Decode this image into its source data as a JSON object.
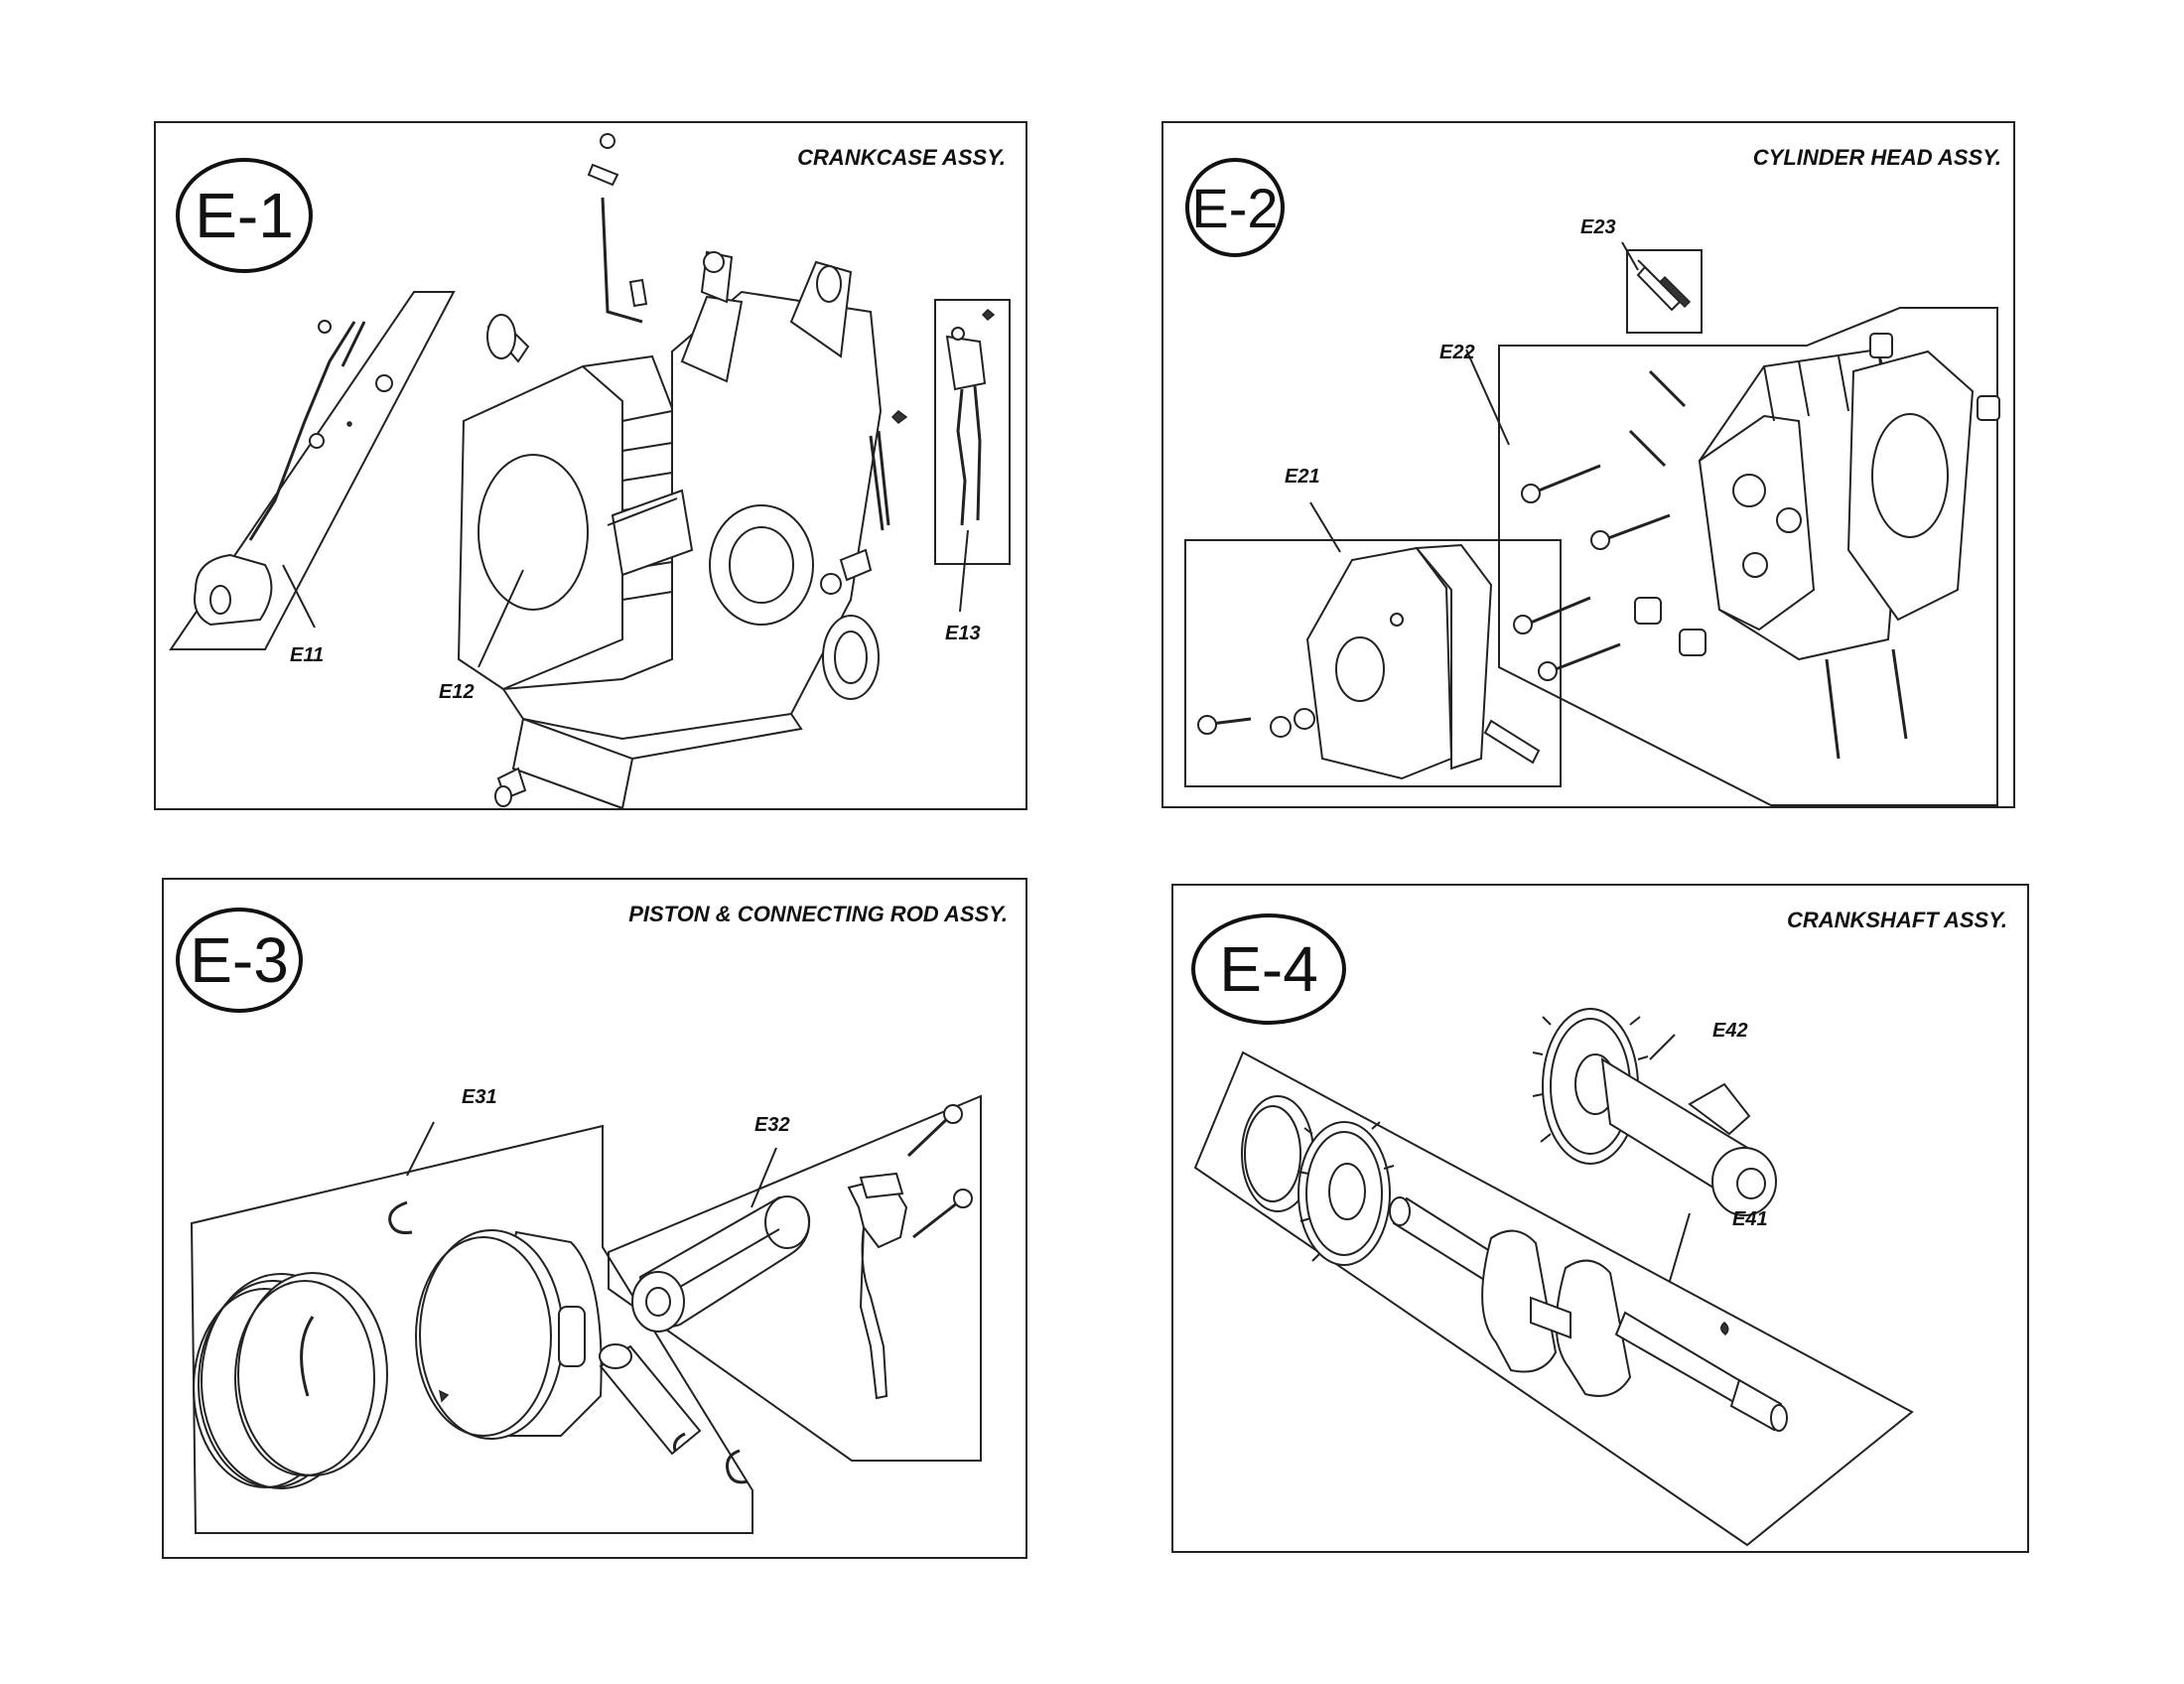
{
  "panels": [
    {
      "badge": "E-1",
      "title": "CRANKCASE ASSY.",
      "parts": [
        "E11",
        "E12",
        "E13"
      ]
    },
    {
      "badge": "E-2",
      "title": "CYLINDER HEAD ASSY.",
      "parts": [
        "E23",
        "E22",
        "E21"
      ]
    },
    {
      "badge": "E-3",
      "title": "PISTON & CONNECTING ROD ASSY.",
      "parts": [
        "E31",
        "E32"
      ]
    },
    {
      "badge": "E-4",
      "title": "CRANKSHAFT ASSY.",
      "parts": [
        "E42",
        "E41"
      ]
    }
  ],
  "icons": {
    "e11": "ignition-coil-icon",
    "e12": "crankcase-icon",
    "e13": "oil-sensor-icon",
    "e21": "rocker-cover-icon",
    "e22": "cylinder-head-icon",
    "e23": "spark-plug-icon",
    "e31": "piston-icon",
    "e32": "connecting-rod-icon",
    "e41": "crankshaft-icon",
    "e42": "camshaft-icon"
  }
}
